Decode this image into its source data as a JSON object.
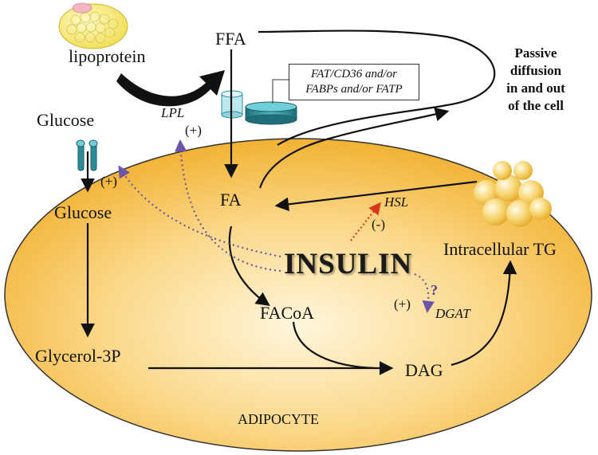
{
  "labels": {
    "lipoprotein": "lipoprotein",
    "ffa": "FFA",
    "transporters_line1": "FAT/CD36 and/or",
    "transporters_line2": "FABPs and/or FATP",
    "passive_line1": "Passive",
    "passive_line2": "diffusion",
    "passive_line3": "in and out",
    "passive_line4": "of the cell",
    "glucose_outside": "Glucose",
    "lpl": "LPL",
    "lpl_effect": "(+)",
    "glut_effect": "(+)",
    "fa": "FA",
    "glucose_inside": "Glucose",
    "hsl": "HSL",
    "hsl_effect": "(-)",
    "insulin": "INSULIN",
    "intracellular_tg": "Intracellular TG",
    "question_mark": "?",
    "dgat_effect": "(+)",
    "dgat": "DGAT",
    "facoa": "FACoA",
    "glycerol_3p": "Glycerol-3P",
    "dag": "DAG",
    "adipocyte": "ADIPOCYTE"
  },
  "colors": {
    "cell_center": "#fff6dc",
    "cell_edge": "#f2b233",
    "cell_outline": "#333333",
    "insulin_arrow": "#6b55a8",
    "hsl_arrow": "#d63a1e",
    "transporter": "#2a8c99",
    "lipid_droplet": "#f3c84a",
    "lipoprotein": "#f6e86a"
  }
}
